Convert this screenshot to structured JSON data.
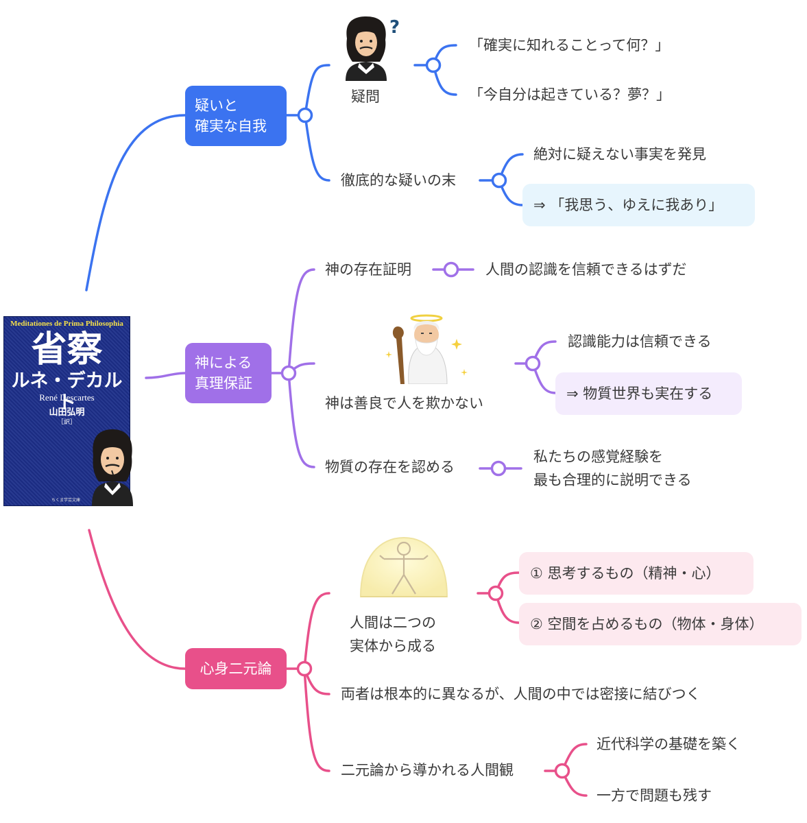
{
  "colors": {
    "blue": "#3b73f0",
    "purple": "#a070e8",
    "pink": "#e8508a",
    "blue_bg": "#e7f5fd",
    "purple_bg": "#f4ecfd",
    "pink_bg": "#fde9ef"
  },
  "book": {
    "series_title": "Meditationes de Prima Philosophia",
    "title": "省察",
    "author_jp": "ルネ・デカルト",
    "author_latin": "René Descartes",
    "translator": "山田弘明",
    "translator_note": "［訳］",
    "publisher": "ちくま学芸文庫"
  },
  "branches": {
    "doubt": {
      "title_line1": "疑いと",
      "title_line2": "確実な自我",
      "question_mark": "?",
      "doubt_label": "疑問",
      "doubt_items": [
        "「確実に知れることって何？」",
        "「今自分は起きている？夢？」"
      ],
      "thorough_label": "徹底的な疑いの末",
      "thorough_items": [
        "絶対に疑えない事実を発見",
        "⇒ 「我思う、ゆえに我あり」"
      ]
    },
    "god": {
      "title_line1": "神による",
      "title_line2": "真理保証",
      "proof_label": "神の存在証明",
      "proof_item": "人間の認識を信頼できるはずだ",
      "good_label": "神は善良で人を欺かない",
      "good_items": [
        "認識能力は信頼できる",
        "⇒ 物質世界も実在する"
      ],
      "matter_label": "物質の存在を認める",
      "matter_item_line1": "私たちの感覚経験を",
      "matter_item_line2": "最も合理的に説明できる"
    },
    "dualism": {
      "title": "心身二元論",
      "two_label_line1": "人間は二つの",
      "two_label_line2": "実体から成る",
      "two_items": [
        "① 思考するもの（精神・心）",
        "② 空間を占めるもの（物体・身体）"
      ],
      "both_label": "両者は根本的に異なるが、人間の中では密接に結びつく",
      "view_label": "二元論から導かれる人間観",
      "view_items": [
        "近代科学の基礎を築く",
        "一方で問題も残す"
      ]
    }
  }
}
